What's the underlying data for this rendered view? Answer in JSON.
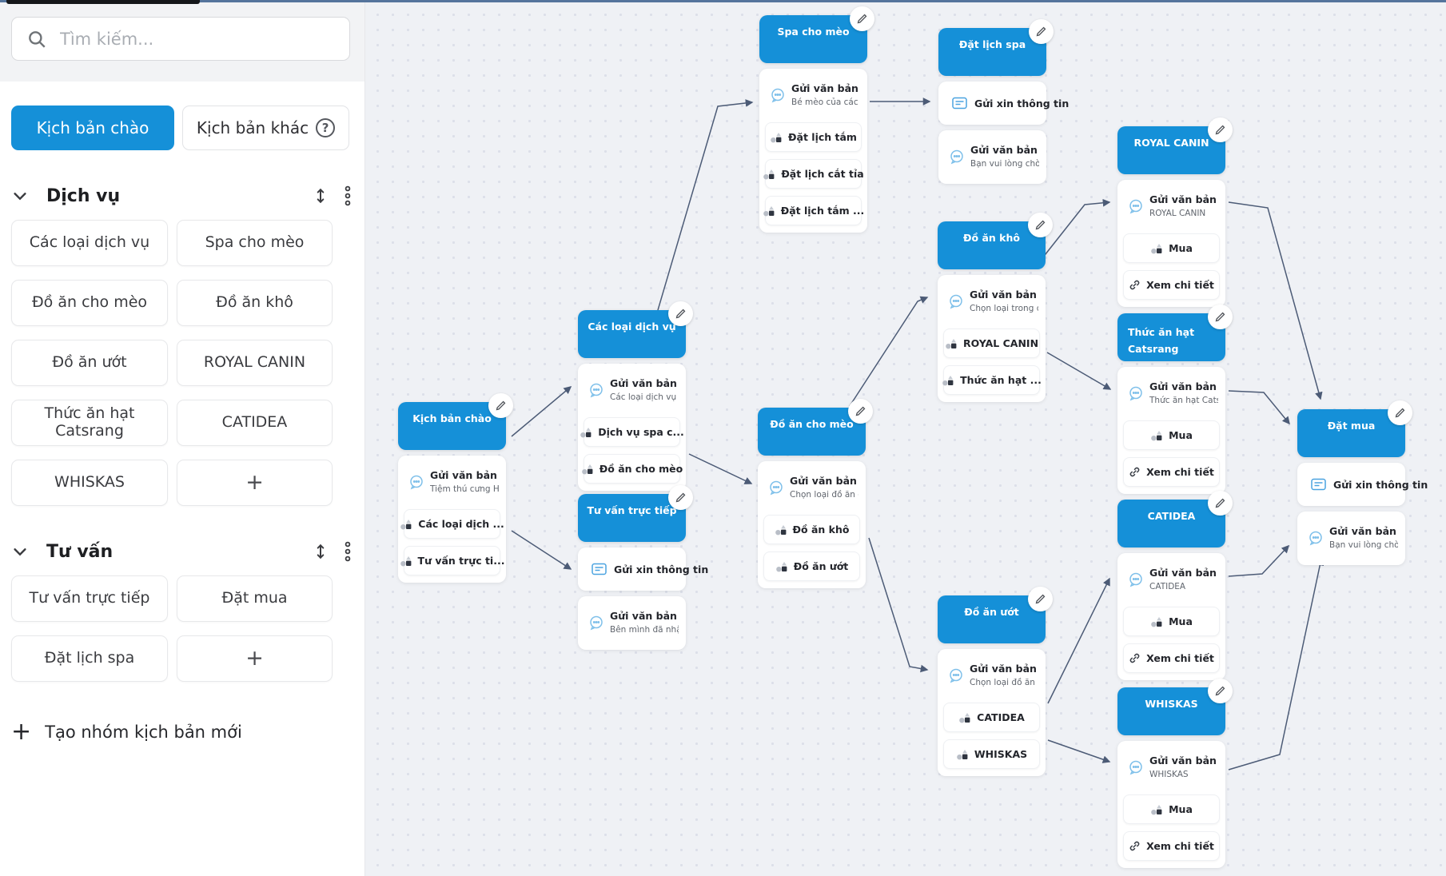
{
  "colors": {
    "primary": "#1590d8",
    "edge": "#4c5b76",
    "canvas_bg": "#eff1f5",
    "canvas_dot": "#dcdfe9"
  },
  "sidebar": {
    "search": {
      "placeholder": "Tìm kiếm..."
    },
    "tabs": [
      {
        "label": "Kịch bản chào",
        "active": true
      },
      {
        "label": "Kịch bản khác",
        "active": false,
        "help_glyph": "?"
      }
    ],
    "sections": [
      {
        "title": "Dịch vụ",
        "buttons": [
          "Các loại dịch vụ",
          "Spa cho mèo",
          "Đồ ăn cho mèo",
          "Đồ ăn khô",
          "Đồ ăn ướt",
          "ROYAL CANIN",
          "Thức ăn hạt Catsrang",
          "CATIDEA",
          "WHISKAS",
          "+"
        ]
      },
      {
        "title": "Tư vấn",
        "buttons": [
          "Tư vấn trực tiếp",
          "Đặt mua",
          "Đặt lịch spa",
          "+"
        ]
      }
    ],
    "create_group_label": "Tạo nhóm kịch bản mới",
    "create_group_plus": "+"
  },
  "canvas": {
    "nodes": [
      {
        "title": "Kịch bản chào",
        "items": [
          {
            "type": "text",
            "label": "Gửi văn bản",
            "sub": "Tiệm thú cưng Hạnh..."
          },
          {
            "type": "chip",
            "label": "Các loại dịch ..."
          },
          {
            "type": "chip",
            "label": "Tư vấn trực ti..."
          }
        ]
      },
      {
        "title": "Các loại dịch vụ",
        "items": [
          {
            "type": "text",
            "label": "Gửi văn bản",
            "sub": "Các loại dịch vụ mà..."
          },
          {
            "type": "chip",
            "label": "Dịch vụ spa c..."
          },
          {
            "type": "chip",
            "label": "Đồ ăn cho mèo"
          }
        ]
      },
      {
        "title": "Tư vấn trực tiếp",
        "items": [
          {
            "type": "form",
            "label": "Gửi xin thông tin"
          },
          {
            "type": "text",
            "label": "Gửi văn bản",
            "sub": "Bên mình đã nhận..."
          }
        ]
      },
      {
        "title": "Spa cho mèo",
        "items": [
          {
            "type": "text",
            "label": "Gửi văn bản",
            "sub": "Bé mèo của các bạ..."
          },
          {
            "type": "chip",
            "label": "Đặt lịch tắm"
          },
          {
            "type": "chip",
            "label": "Đặt lịch cắt tỉa"
          },
          {
            "type": "chip",
            "label": "Đặt lịch tắm ..."
          }
        ]
      },
      {
        "title": "Đặt lịch spa",
        "items": [
          {
            "type": "form",
            "label": "Gửi xin thông tin"
          },
          {
            "type": "text",
            "label": "Gửi văn bản",
            "sub": "Bạn vui lòng chờ m..."
          }
        ]
      },
      {
        "title": "Đồ ăn cho mèo",
        "items": [
          {
            "type": "text",
            "label": "Gửi văn bản",
            "sub": "Chọn loại đồ ăn cho..."
          },
          {
            "type": "chip",
            "label": "Đồ ăn khô"
          },
          {
            "type": "chip",
            "label": "Đồ ăn ướt"
          }
        ]
      },
      {
        "title": "Đồ ăn khô",
        "items": [
          {
            "type": "text",
            "label": "Gửi văn bản",
            "sub": "Chọn loại trong đồ ..."
          },
          {
            "type": "chip",
            "label": "ROYAL CANIN"
          },
          {
            "type": "chip",
            "label": "Thức ăn hạt ..."
          }
        ]
      },
      {
        "title": "Đồ ăn ướt",
        "items": [
          {
            "type": "text",
            "label": "Gửi văn bản",
            "sub": "Chọn loại đồ ăn ướt:"
          },
          {
            "type": "chip",
            "label": "CATIDEA"
          },
          {
            "type": "chip",
            "label": "WHISKAS"
          }
        ]
      },
      {
        "title": "ROYAL CANIN",
        "items": [
          {
            "type": "text",
            "label": "Gửi văn bản",
            "sub": "ROYAL CANIN"
          },
          {
            "type": "chip",
            "label": "Mua"
          },
          {
            "type": "link",
            "label": "Xem chi tiết"
          }
        ]
      },
      {
        "title": "Thức ăn hạt Catsrang",
        "items": [
          {
            "type": "text",
            "label": "Gửi văn bản",
            "sub": "Thức ăn hạt Catsrang"
          },
          {
            "type": "chip",
            "label": "Mua"
          },
          {
            "type": "link",
            "label": "Xem chi tiết"
          }
        ]
      },
      {
        "title": "CATIDEA",
        "items": [
          {
            "type": "text",
            "label": "Gửi văn bản",
            "sub": "CATIDEA"
          },
          {
            "type": "chip",
            "label": "Mua"
          },
          {
            "type": "link",
            "label": "Xem chi tiết"
          }
        ]
      },
      {
        "title": "WHISKAS",
        "items": [
          {
            "type": "text",
            "label": "Gửi văn bản",
            "sub": "WHISKAS"
          },
          {
            "type": "chip",
            "label": "Mua"
          },
          {
            "type": "link",
            "label": "Xem chi tiết"
          }
        ]
      },
      {
        "title": "Đặt mua",
        "items": [
          {
            "type": "form",
            "label": "Gửi xin thông tin"
          },
          {
            "type": "text",
            "label": "Gửi văn bản",
            "sub": "Bạn vui lòng chờ một..."
          }
        ]
      }
    ],
    "edges": [
      [
        "Kịch bản chào",
        "Các loại dịch vụ"
      ],
      [
        "Kịch bản chào",
        "Tư vấn trực tiếp"
      ],
      [
        "Các loại dịch vụ",
        "Spa cho mèo"
      ],
      [
        "Các loại dịch vụ",
        "Đồ ăn cho mèo"
      ],
      [
        "Spa cho mèo",
        "Đặt lịch spa"
      ],
      [
        "Đồ ăn cho mèo",
        "Đồ ăn khô"
      ],
      [
        "Đồ ăn cho mèo",
        "Đồ ăn ướt"
      ],
      [
        "Đồ ăn khô",
        "ROYAL CANIN"
      ],
      [
        "Đồ ăn khô",
        "Thức ăn hạt Catsrang"
      ],
      [
        "Đồ ăn ướt",
        "CATIDEA"
      ],
      [
        "Đồ ăn ướt",
        "WHISKAS"
      ],
      [
        "ROYAL CANIN",
        "Đặt mua"
      ],
      [
        "Thức ăn hạt Catsrang",
        "Đặt mua"
      ],
      [
        "CATIDEA",
        "Đặt mua"
      ],
      [
        "WHISKAS",
        "Đặt mua"
      ]
    ]
  }
}
